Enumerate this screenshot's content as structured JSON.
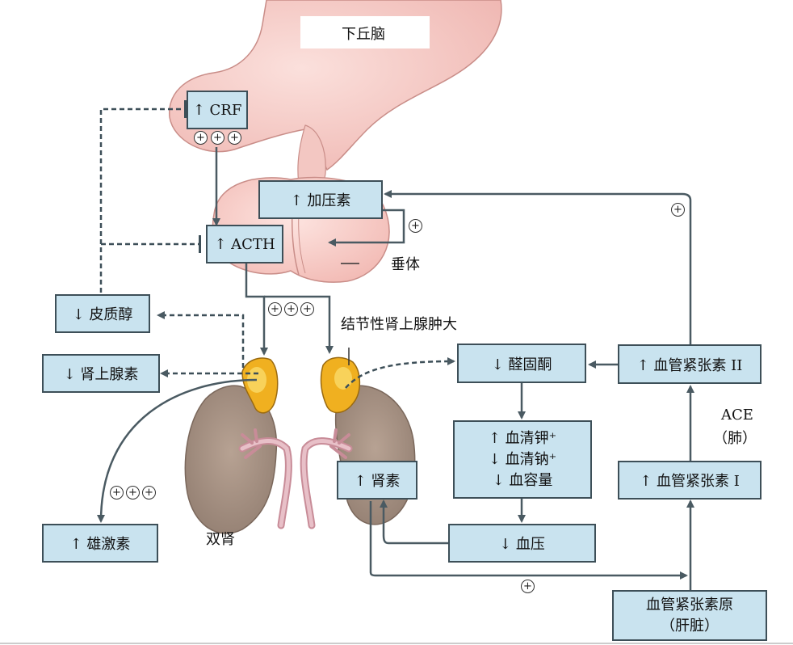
{
  "labels": {
    "hypothalamus": "下丘脑",
    "pituitary": "垂体",
    "kidneys": "双肾",
    "nodular_hyperplasia": "结节性肾上腺肿大",
    "ace": "ACE",
    "lung": "（肺）"
  },
  "boxes": {
    "crf": "↑ CRF",
    "acth": "↑ ACTH",
    "vasopressin": "↑ 加压素",
    "cortisol": "↓ 皮质醇",
    "epinephrine": "↓ 肾上腺素",
    "androgen": "↑ 雄激素",
    "aldosterone": "↓ 醛固酮",
    "potassium": "↑ 血清钾⁺",
    "sodium": "↓ 血清钠⁺",
    "volume": "↓ 血容量",
    "renin": "↑ 肾素",
    "bp": "↓ 血压",
    "ang2": "↑ 血管紧张素 II",
    "ang1": "↑ 血管紧张素 I",
    "angiotensinogen": "血管紧张素原",
    "liver": "（肝脏）"
  },
  "signs": {
    "plus": "+"
  },
  "colors": {
    "box_fill": "#c9e3ef",
    "box_border": "#3d4f58",
    "arrow": "#4a5a62",
    "brain": "#f4c6c2",
    "kidney": "#a08d80",
    "adrenal": "#f0b020"
  }
}
